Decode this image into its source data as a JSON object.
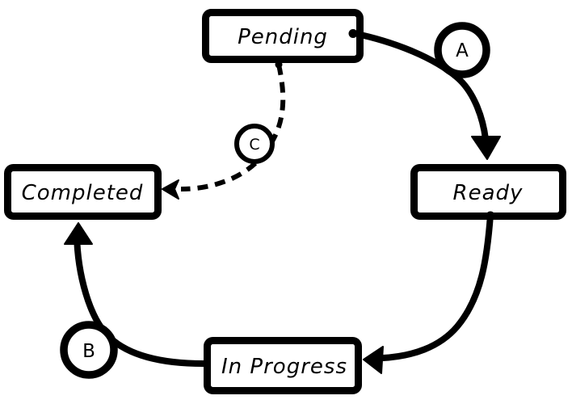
{
  "diagram": {
    "background_color": "#ffffff",
    "ink_color": "#000000",
    "nodes": [
      {
        "id": "pending",
        "label": "Pending"
      },
      {
        "id": "ready",
        "label": "Ready"
      },
      {
        "id": "completed",
        "label": "Completed"
      },
      {
        "id": "in-progress",
        "label": "In Progress"
      }
    ],
    "edges": [
      {
        "from": "Pending",
        "to": "Ready",
        "label": "A",
        "style": "solid"
      },
      {
        "from": "Ready",
        "to": "In Progress",
        "label": "",
        "style": "solid"
      },
      {
        "from": "In Progress",
        "to": "Completed",
        "label": "B",
        "style": "solid"
      },
      {
        "from": "Pending",
        "to": "Completed",
        "label": "C",
        "style": "dashed"
      }
    ]
  }
}
